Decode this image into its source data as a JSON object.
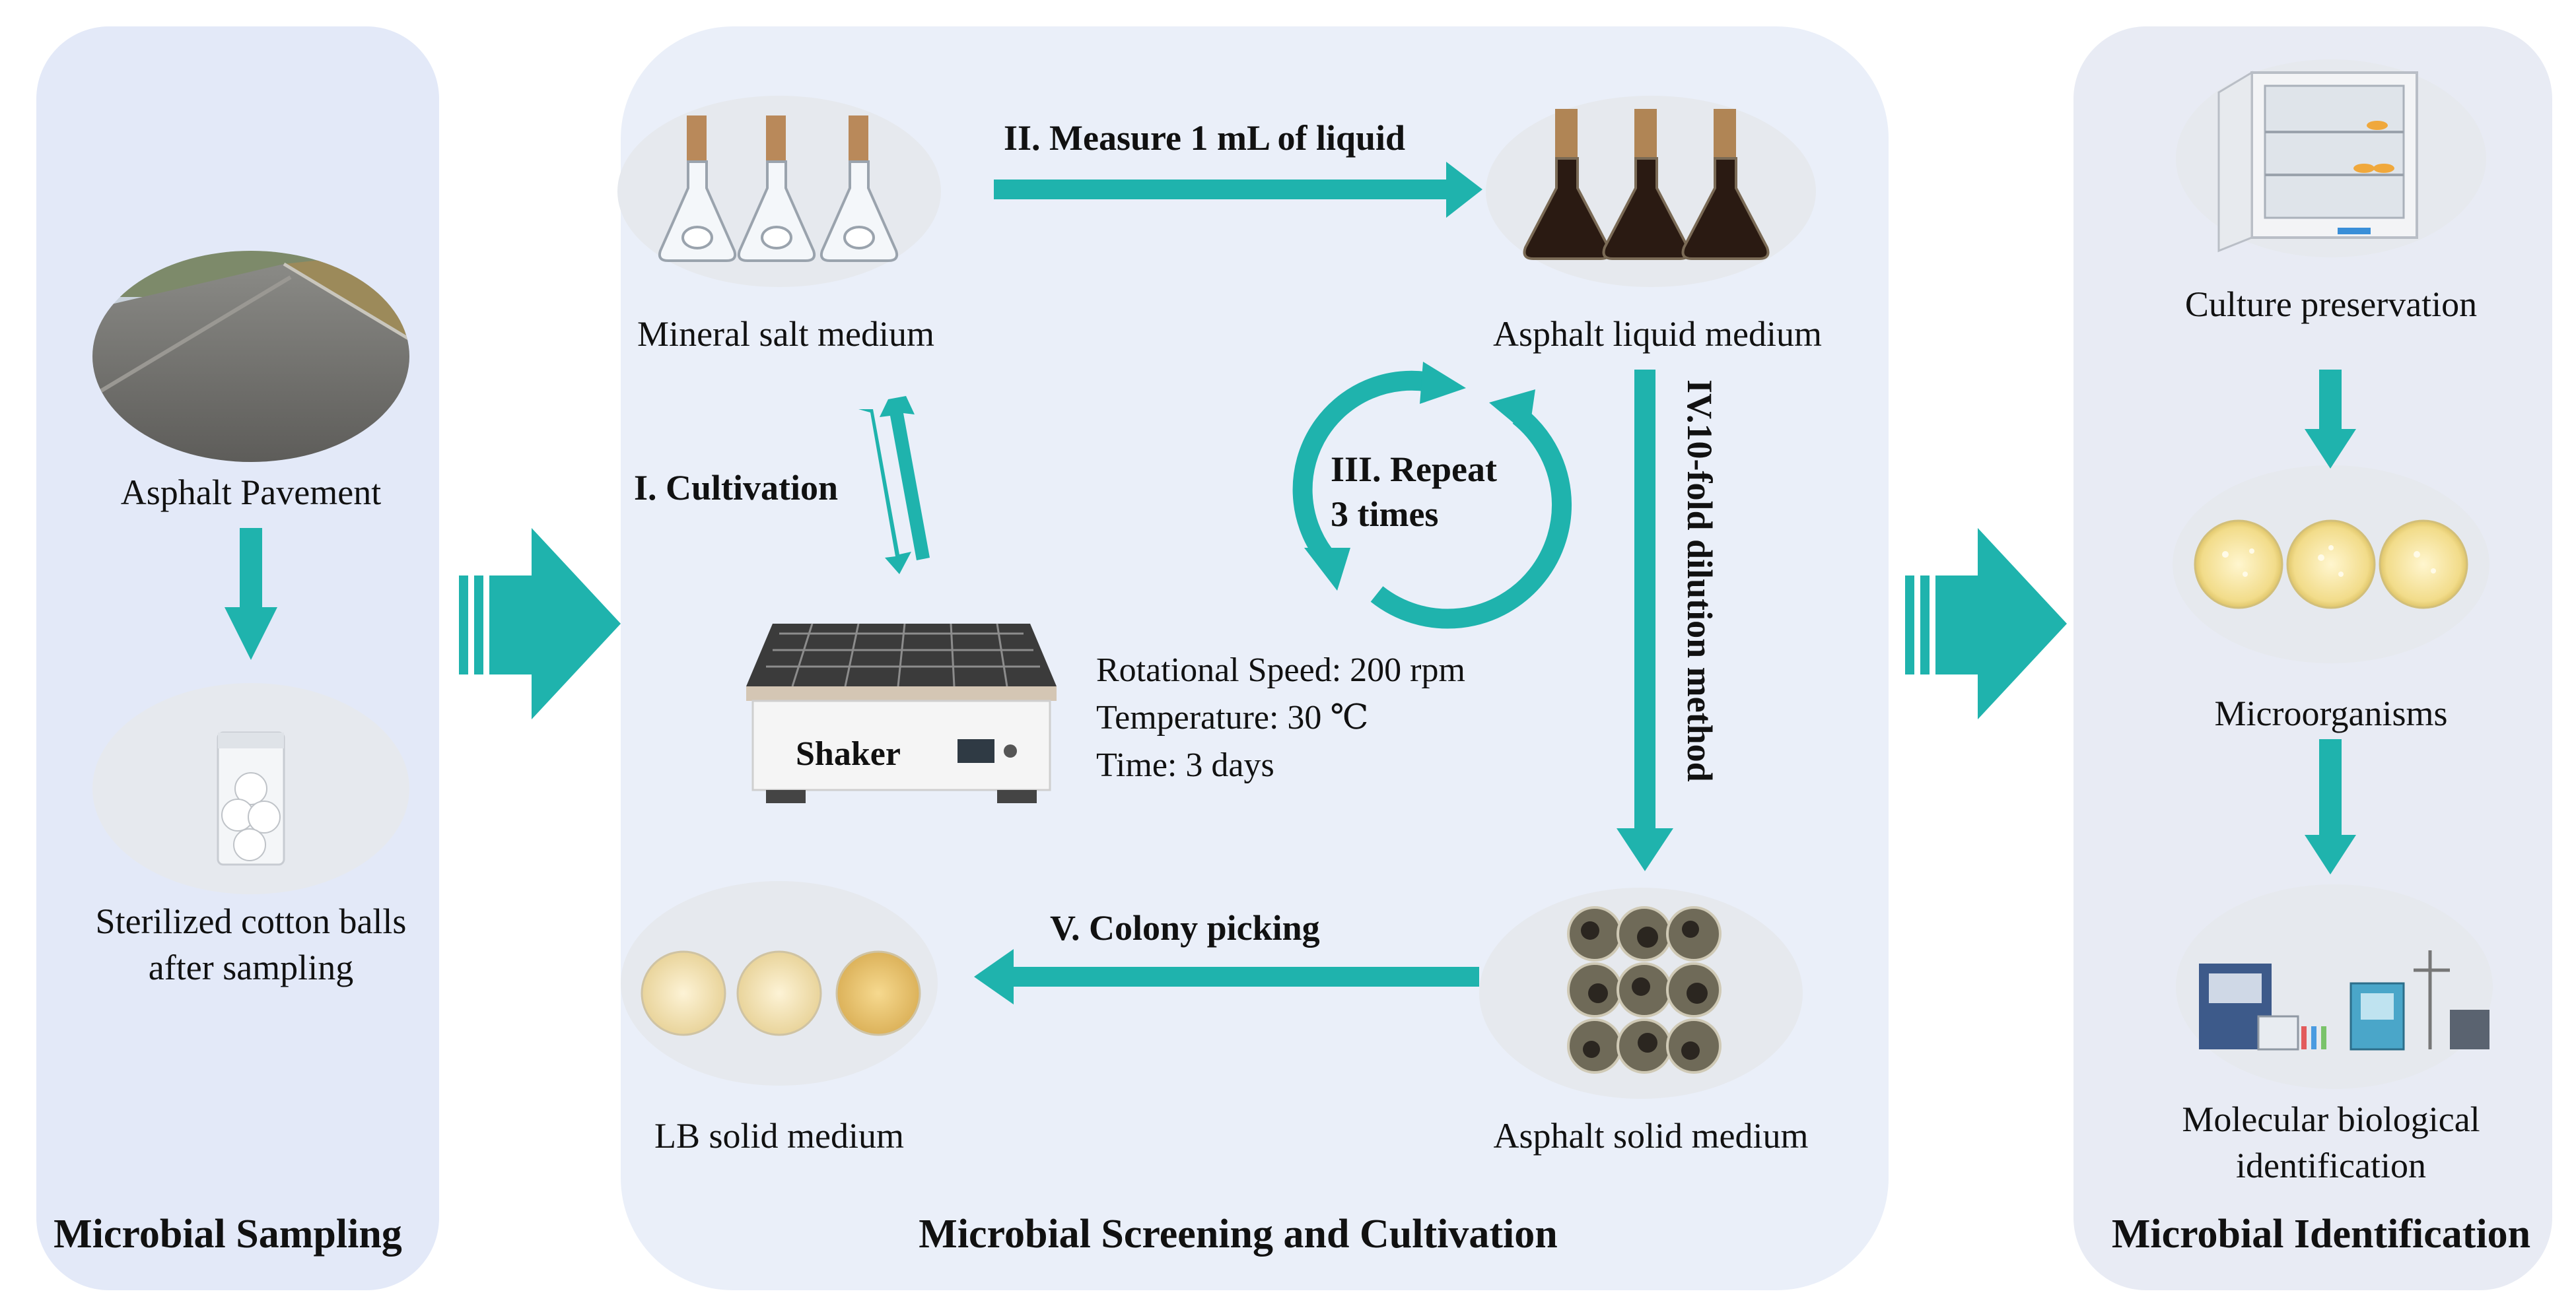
{
  "panels": {
    "sampling": {
      "title": "Microbial Sampling",
      "items": {
        "pavement": "Asphalt Pavement",
        "cotton_line1": "Sterilized cotton balls",
        "cotton_line2": "after sampling"
      }
    },
    "screening": {
      "title": "Microbial Screening and Cultivation",
      "items": {
        "mineral": "Mineral salt medium",
        "asphalt_liquid": "Asphalt liquid medium",
        "shaker": "Shaker",
        "lb_solid": "LB solid medium",
        "asphalt_solid": "Asphalt solid medium"
      },
      "steps": {
        "cultivation": "I. Cultivation",
        "measure": "II. Measure 1 mL of liquid",
        "repeat_line1": "III. Repeat",
        "repeat_line2": "3 times",
        "dilution": "IV.10-fold dilution method",
        "colony": "V. Colony picking"
      },
      "shaker_params": {
        "speed": "Rotational Speed: 200 rpm",
        "temperature": "Temperature: 30 ℃",
        "time": "Time: 3 days"
      }
    },
    "identification": {
      "title": "Microbial Identification",
      "items": {
        "culture": "Culture preservation",
        "micro": "Microorganisms",
        "molecular_line1": "Molecular biological",
        "molecular_line2": "identification"
      }
    }
  },
  "colors": {
    "arrow": "#1fb3ad",
    "panel_left_right": "#e3e9f8",
    "panel_center": "#eaeff9",
    "oval": "#e6e9ee"
  }
}
